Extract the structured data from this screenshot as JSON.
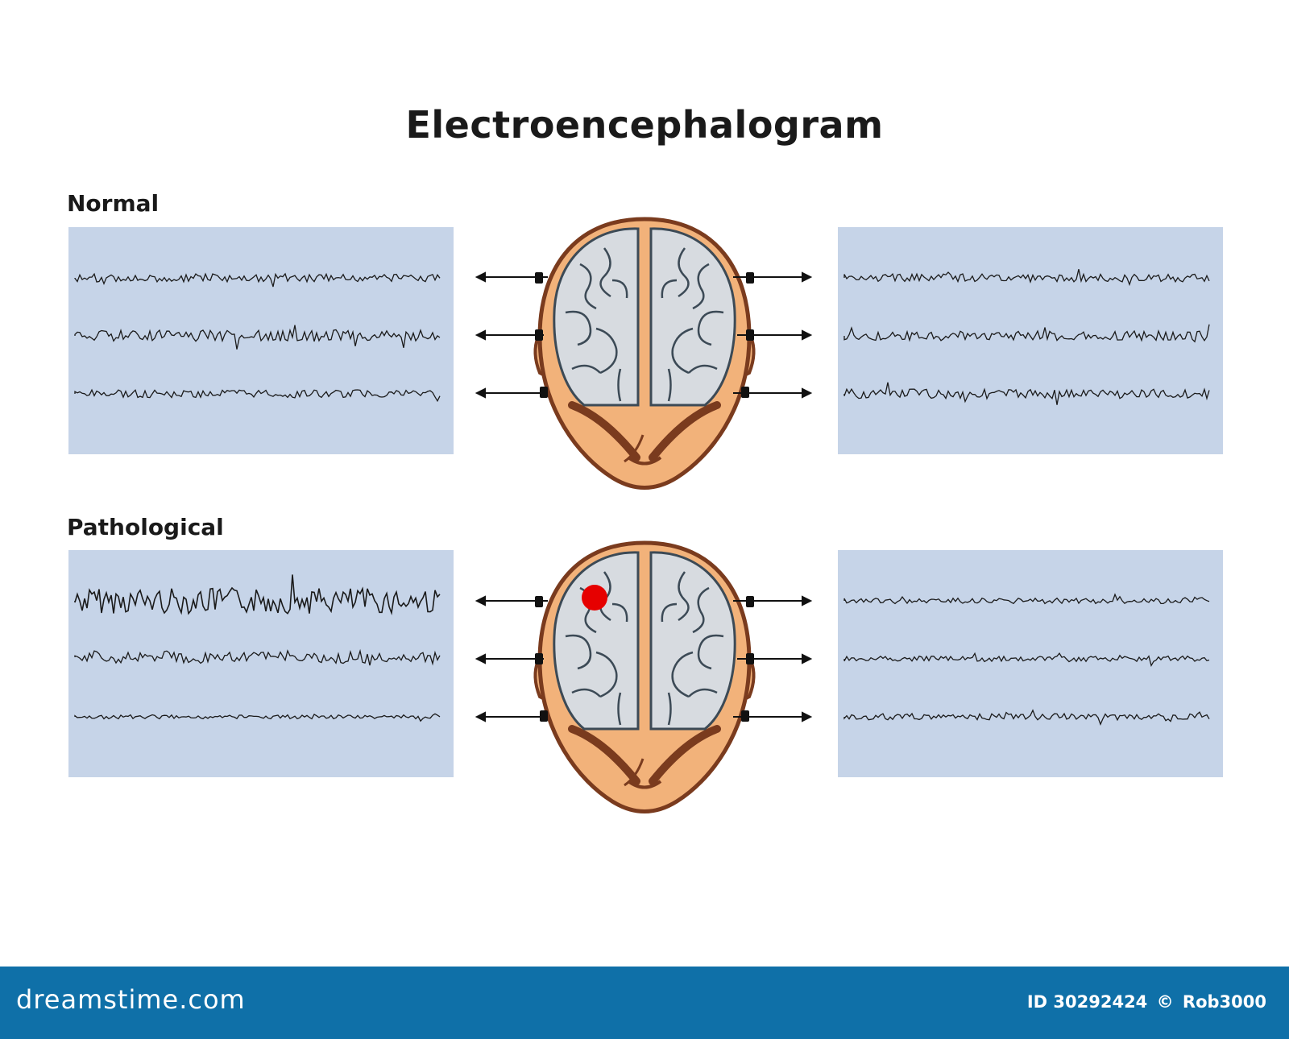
{
  "title": "Electroencephalogram",
  "sections": [
    {
      "label": "Normal",
      "lesion": false
    },
    {
      "label": "Pathological",
      "lesion": true
    }
  ],
  "colors": {
    "panel": "#c6d4e8",
    "skin": "#f2b27a",
    "skin_outline": "#7a3b1e",
    "brain": "#d7dbe0",
    "brain_outline": "#3c4a56",
    "lesion": "#e60000",
    "footer": "#0f70a8"
  },
  "footer": {
    "brand": "dreamstime.com",
    "id_label": "ID 30292424",
    "copyright_icon": "©",
    "author": "Rob3000"
  }
}
